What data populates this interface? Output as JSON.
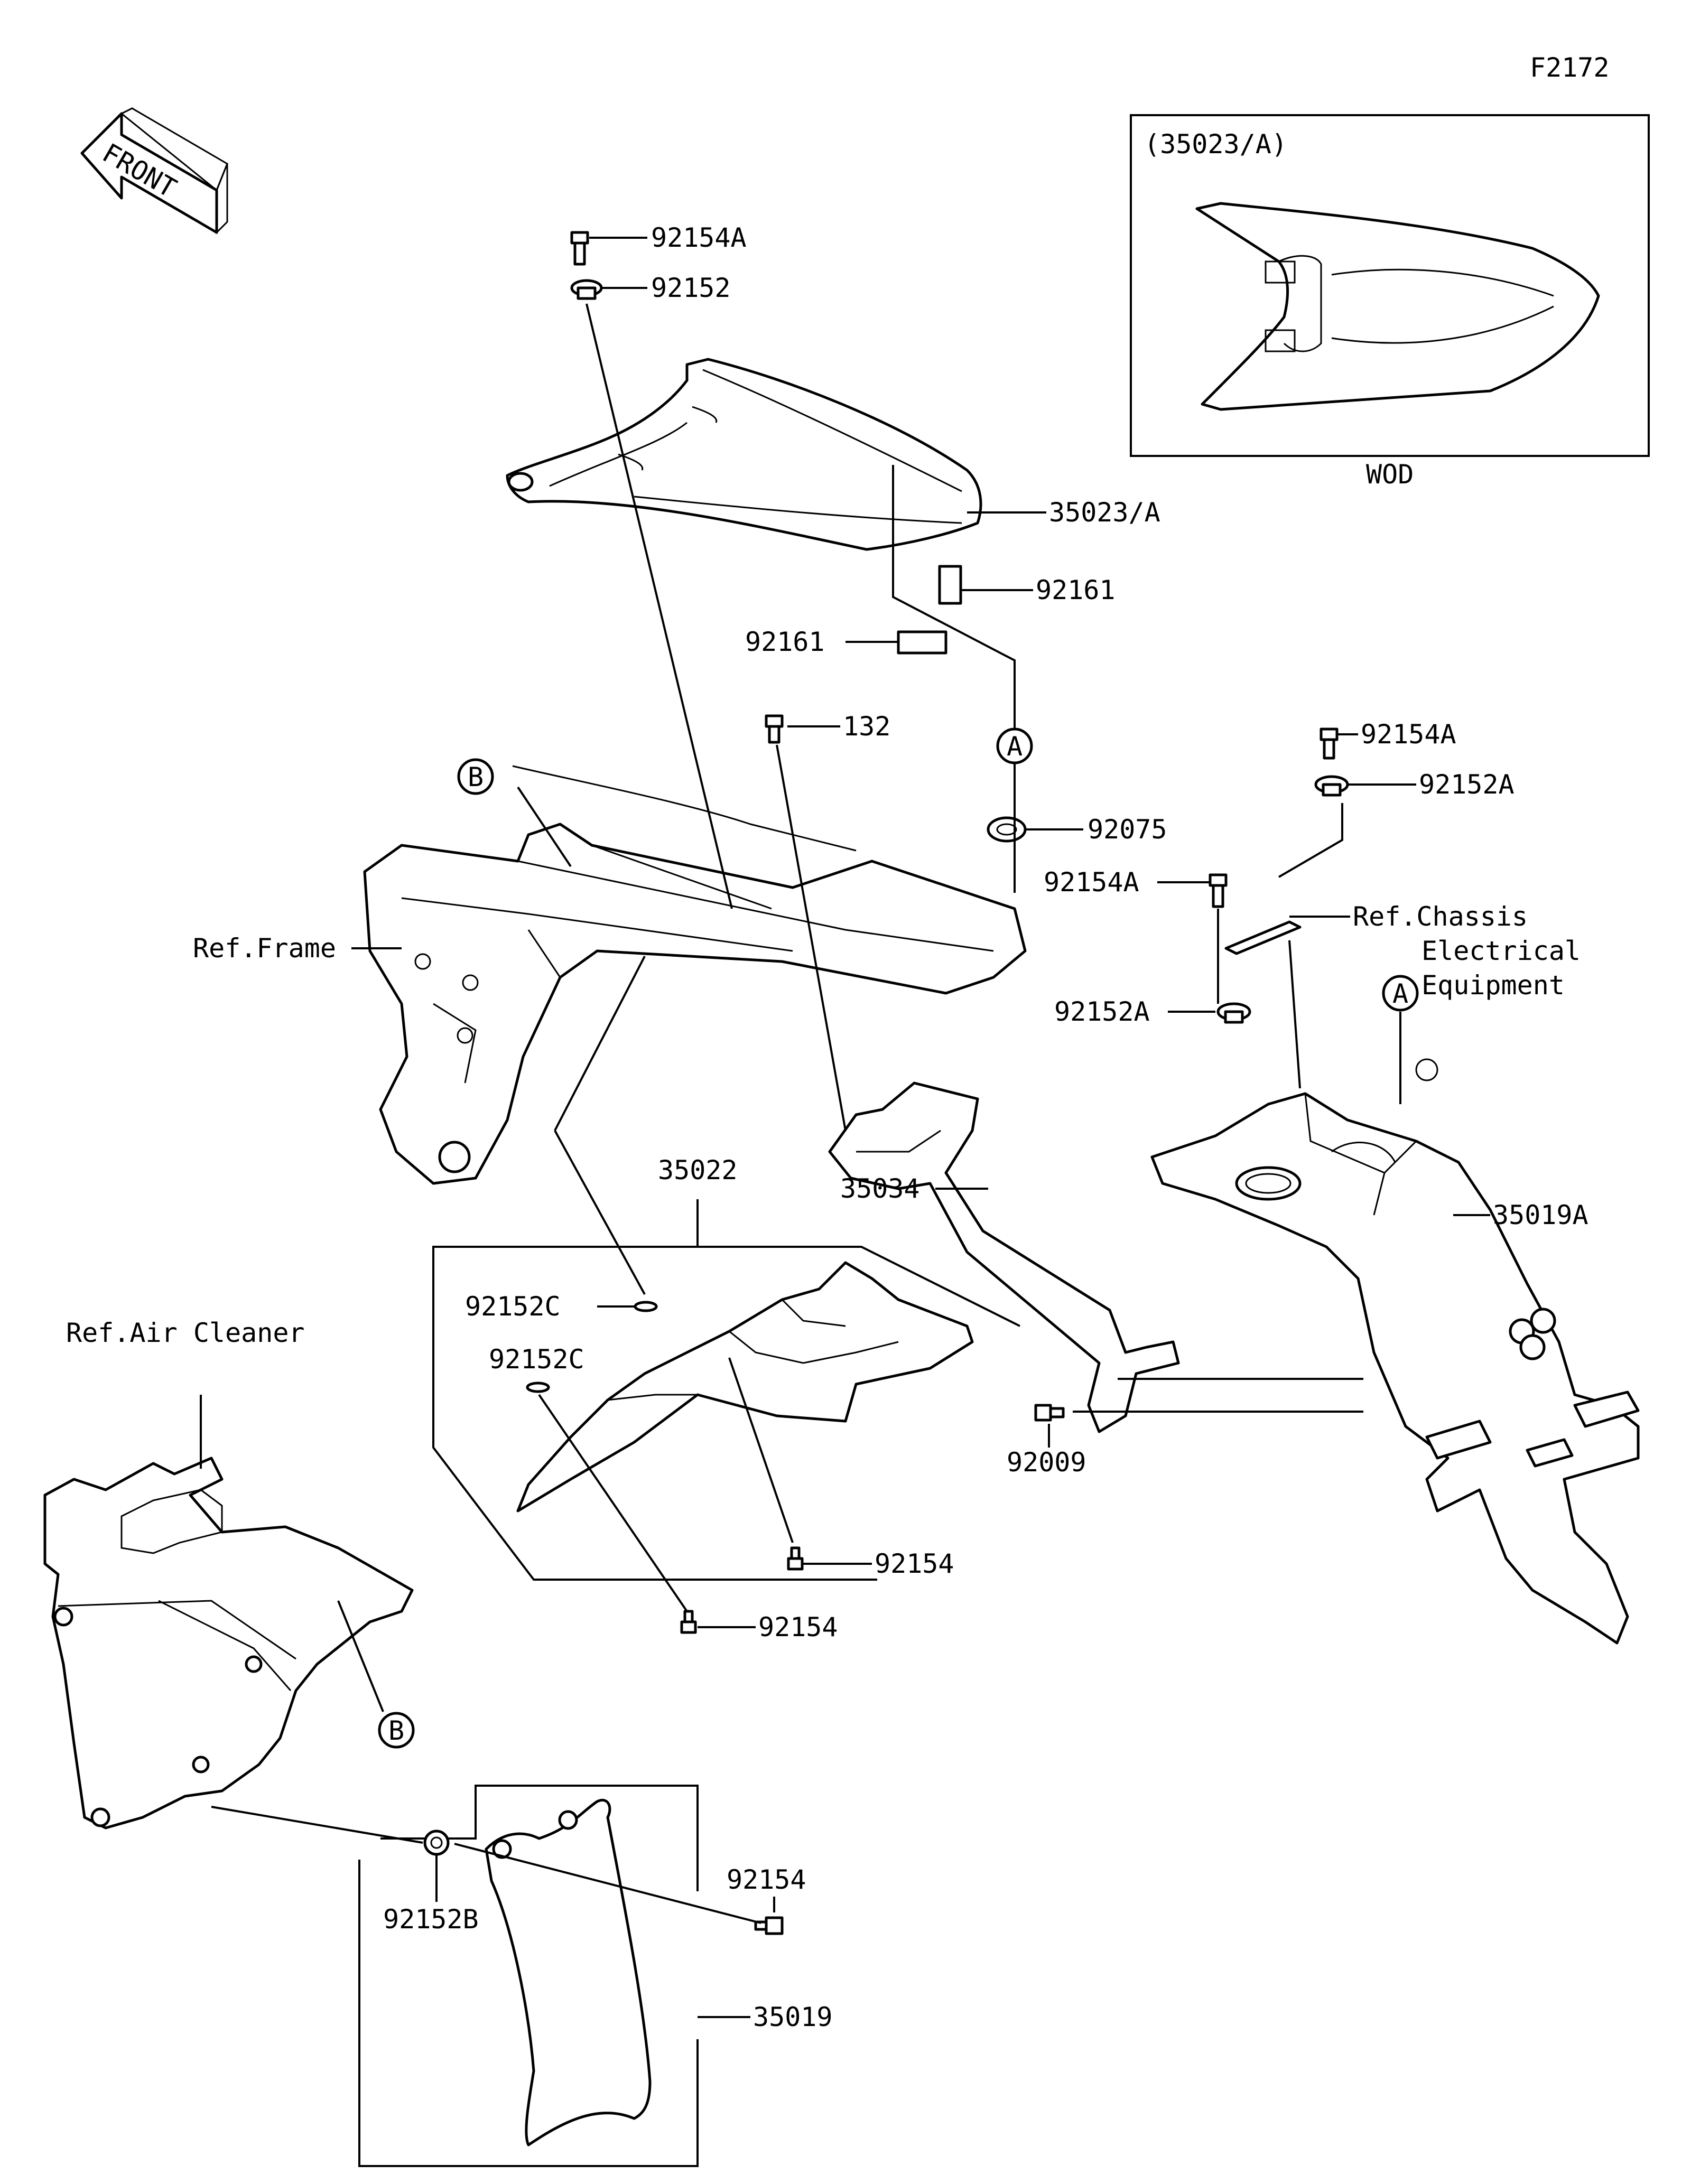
{
  "diagram_code": "F2172",
  "front_arrow": "FRONT",
  "inset": {
    "title": "(35023/A)",
    "caption": "WOD"
  },
  "callouts": {
    "p92154A_top": "92154A",
    "p92152_top": "92152",
    "p35023A": "35023/A",
    "p92161_right": "92161",
    "p92161_left": "92161",
    "p132": "132",
    "p92075": "92075",
    "p92154A_r1": "92154A",
    "p92152A_r1": "92152A",
    "p92154A_r2": "92154A",
    "p92152A_r2": "92152A",
    "p35019A": "35019A",
    "p35034": "35034",
    "p35022": "35022",
    "p92152C_1": "92152C",
    "p92152C_2": "92152C",
    "p92154_a": "92154",
    "p92154_b": "92154",
    "p92009": "92009",
    "p92154_c": "92154",
    "p92152B": "92152B",
    "p35019": "35019"
  },
  "refs": {
    "frame": "Ref.Frame",
    "chassis_1": "Ref.Chassis",
    "chassis_2": "Electrical",
    "chassis_3": "Equipment",
    "air_cleaner": "Ref.Air Cleaner"
  },
  "markers": {
    "a1": "A",
    "a2": "A",
    "b1": "B",
    "b2": "B"
  }
}
